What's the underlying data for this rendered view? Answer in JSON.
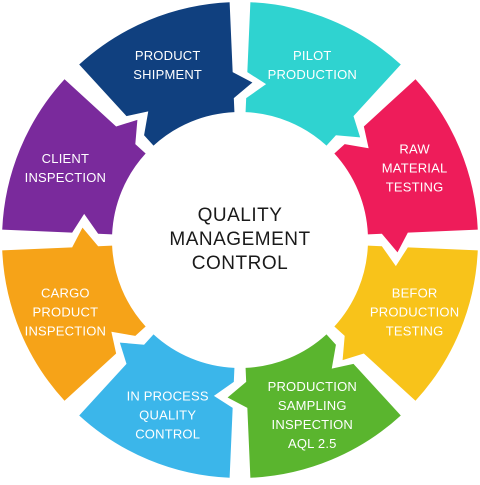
{
  "center": {
    "title_lines": [
      "QUALITY",
      "MANAGEMENT",
      "CONTROL"
    ]
  },
  "segments": [
    {
      "id": "pilot-production",
      "lines": [
        "PILOT",
        "PRODUCTION"
      ],
      "color": "#2fd3d0"
    },
    {
      "id": "raw-material-testing",
      "lines": [
        "RAW",
        "MATERIAL",
        "TESTING"
      ],
      "color": "#ee1c5a"
    },
    {
      "id": "befor-production-testing",
      "lines": [
        "BEFOR",
        "PRODUCTION",
        "TESTING"
      ],
      "color": "#f8c31a"
    },
    {
      "id": "production-sampling-inspection",
      "lines": [
        "PRODUCTION",
        "SAMPLING",
        "INSPECTION",
        "AQL 2.5"
      ],
      "color": "#5ab52e"
    },
    {
      "id": "in-process-quality-control",
      "lines": [
        "IN PROCESS",
        "QUALITY",
        "CONTROL"
      ],
      "color": "#3bb6ea"
    },
    {
      "id": "cargo-product-inspection",
      "lines": [
        "CARGO",
        "PRODUCT",
        "INSPECTION"
      ],
      "color": "#f6a318"
    },
    {
      "id": "client-inspection",
      "lines": [
        "CLIENT",
        "INSPECTION"
      ],
      "color": "#7a2a9c"
    },
    {
      "id": "product-shipment",
      "lines": [
        "PRODUCT",
        "SHIPMENT"
      ],
      "color": "#10407f"
    }
  ]
}
